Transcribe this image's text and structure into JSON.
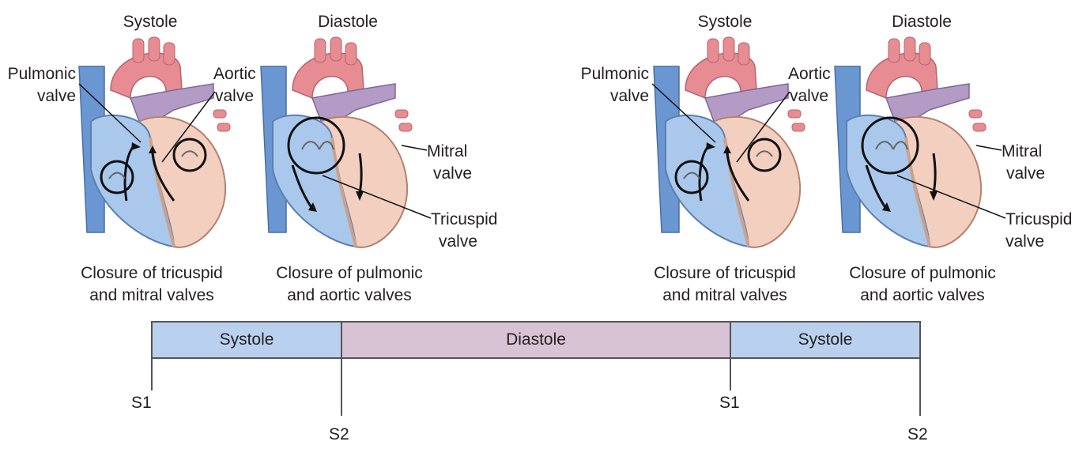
{
  "panels": [
    {
      "phase": "Systole",
      "labels": [
        "Pulmonic",
        "valve",
        "Aortic",
        "valve"
      ],
      "caption": [
        "Closure of tricuspid",
        "and mitral valves"
      ]
    },
    {
      "phase": "Diastole",
      "labels": [
        "Mitral",
        "valve",
        "Tricuspid",
        "valve"
      ],
      "caption": [
        "Closure of pulmonic",
        "and aortic valves"
      ]
    },
    {
      "phase": "Systole",
      "labels": [
        "Pulmonic",
        "valve",
        "Aortic",
        "valve"
      ],
      "caption": [
        "Closure of tricuspid",
        "and mitral valves"
      ]
    },
    {
      "phase": "Diastole",
      "labels": [
        "Mitral",
        "valve",
        "Tricuspid",
        "valve"
      ],
      "caption": [
        "Closure of pulmonic",
        "and aortic valves"
      ]
    }
  ],
  "timeline": {
    "segments": [
      "Systole",
      "Diastole",
      "Systole"
    ],
    "markers": [
      "S1",
      "S2",
      "S1",
      "S2"
    ]
  },
  "colors": {
    "right_heart": "#a9c8ec",
    "left_heart": "#f3cfc0",
    "aorta": "#e78c93",
    "pulmonary": "#b39bc6",
    "vena_cava": "#6a97d2",
    "systole_bar": "#b9d0ee",
    "diastole_bar": "#d8c3d5"
  }
}
